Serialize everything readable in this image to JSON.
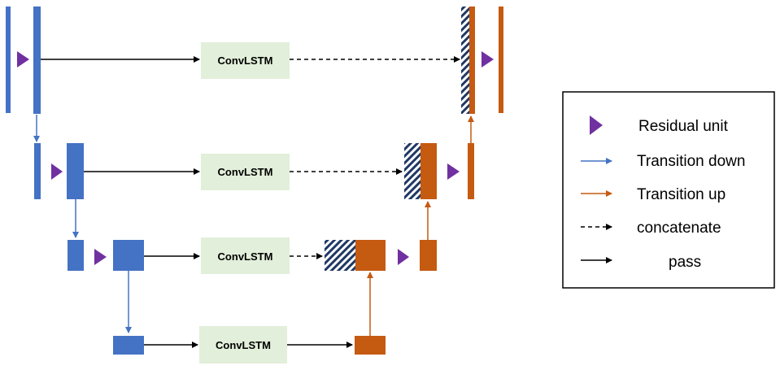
{
  "colors": {
    "encoder": "#4472C4",
    "decoder": "#C55A11",
    "residual": "#7030A0",
    "convlstm_fill": "#E2EFDA",
    "hatch": "#1F3864",
    "arrow": "#000000"
  },
  "blocks": {
    "convlstm_1": "ConvLSTM",
    "convlstm_2": "ConvLSTM",
    "convlstm_3": "ConvLSTM",
    "convlstm_4": "ConvLSTM"
  },
  "legend": {
    "residual_unit": "Residual unit",
    "transition_down": "Transition down",
    "transition_up": "Transition up",
    "concatenate": "concatenate",
    "pass": "pass"
  },
  "icons": {
    "residual": "purple-triangle-icon",
    "transition_down": "blue-arrow-icon",
    "transition_up": "orange-arrow-icon",
    "concatenate": "dashed-arrow-icon",
    "pass": "solid-arrow-icon"
  }
}
